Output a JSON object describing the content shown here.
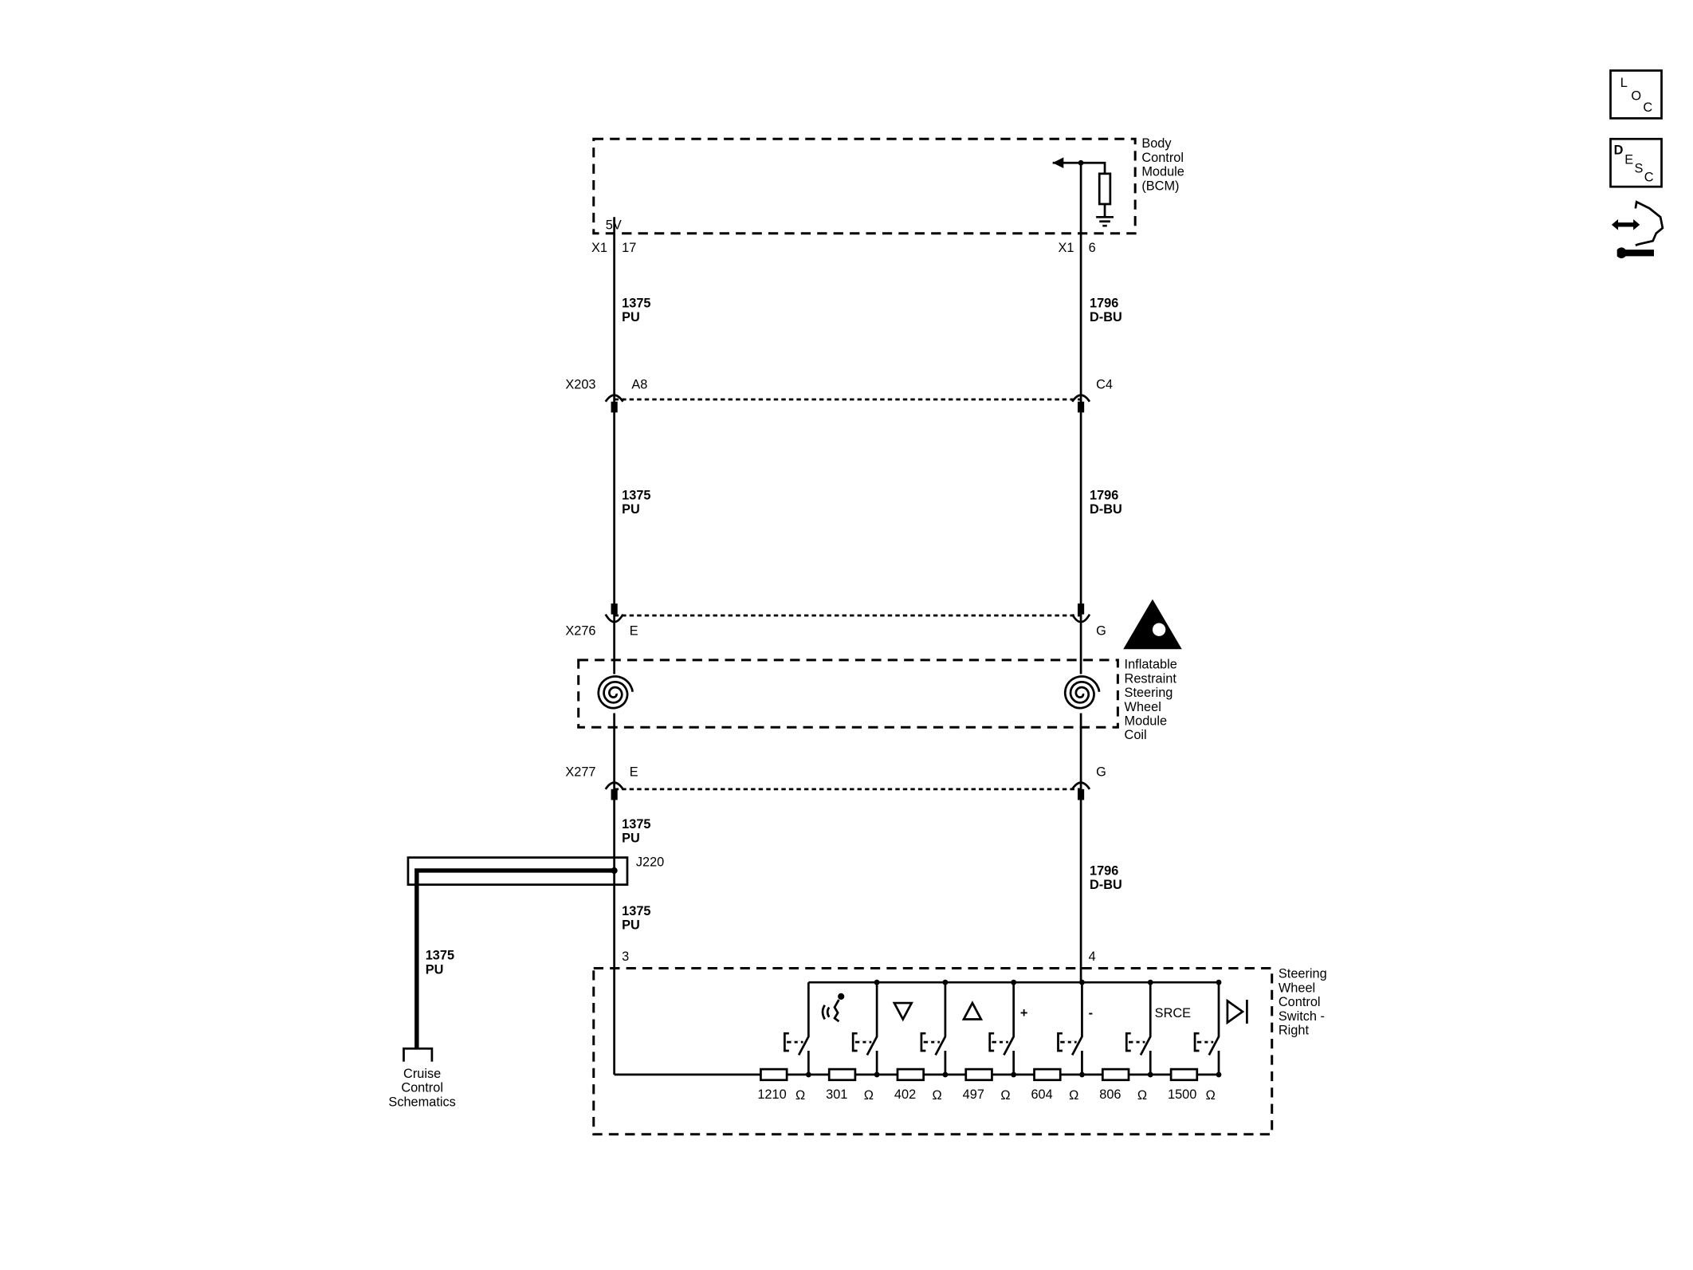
{
  "side_icons": [
    {
      "name": "loc-icon",
      "letters": [
        "L",
        "O",
        "C"
      ]
    },
    {
      "name": "desc-icon",
      "letters": [
        "D",
        "E",
        "S",
        "C"
      ]
    },
    {
      "name": "connector-repair-icon"
    }
  ],
  "bcm": {
    "lines": [
      "Body",
      "Control",
      "Module",
      "(BCM)"
    ],
    "voltage": "5V",
    "left_conn": "X1",
    "left_pin": "17",
    "right_conn": "X1",
    "right_pin": "6"
  },
  "wires": {
    "left": {
      "circuit": "1375",
      "color": "PU"
    },
    "right": {
      "circuit": "1796",
      "color": "D-BU"
    }
  },
  "connectors": {
    "x203": {
      "name": "X203",
      "left_pin": "A8",
      "right_pin": "C4"
    },
    "x276": {
      "name": "X276",
      "left_pin": "E",
      "right_pin": "G"
    },
    "x277": {
      "name": "X277",
      "left_pin": "E",
      "right_pin": "G"
    }
  },
  "coil": {
    "lines": [
      "Inflatable",
      "Restraint",
      "Steering",
      "Wheel",
      "Module",
      "Coil"
    ],
    "warning_icon": "airbag-warning-icon"
  },
  "splice": {
    "name": "J220"
  },
  "cruise": {
    "circuit": "1375",
    "color": "PU",
    "lines": [
      "Cruise",
      "Control",
      "Schematics"
    ]
  },
  "switch": {
    "lines": [
      "Steering",
      "Wheel",
      "Control",
      "Switch -",
      "Right"
    ],
    "left_pin": "3",
    "right_pin": "4",
    "buttons": [
      {
        "name": "voice-button",
        "icon": "voice-icon",
        "label": ""
      },
      {
        "name": "down-button",
        "icon": "triangle-down-icon",
        "label": ""
      },
      {
        "name": "up-button",
        "icon": "triangle-up-icon",
        "label": ""
      },
      {
        "name": "plus-button",
        "icon": "plus-icon",
        "label": "+"
      },
      {
        "name": "minus-button",
        "icon": "minus-icon",
        "label": "-"
      },
      {
        "name": "source-button",
        "icon": "",
        "label": "SRCE"
      },
      {
        "name": "next-button",
        "icon": "next-track-icon",
        "label": ""
      }
    ],
    "resistors": [
      "1210",
      "301",
      "402",
      "497",
      "604",
      "806",
      "1500"
    ],
    "unit": "Ω"
  }
}
